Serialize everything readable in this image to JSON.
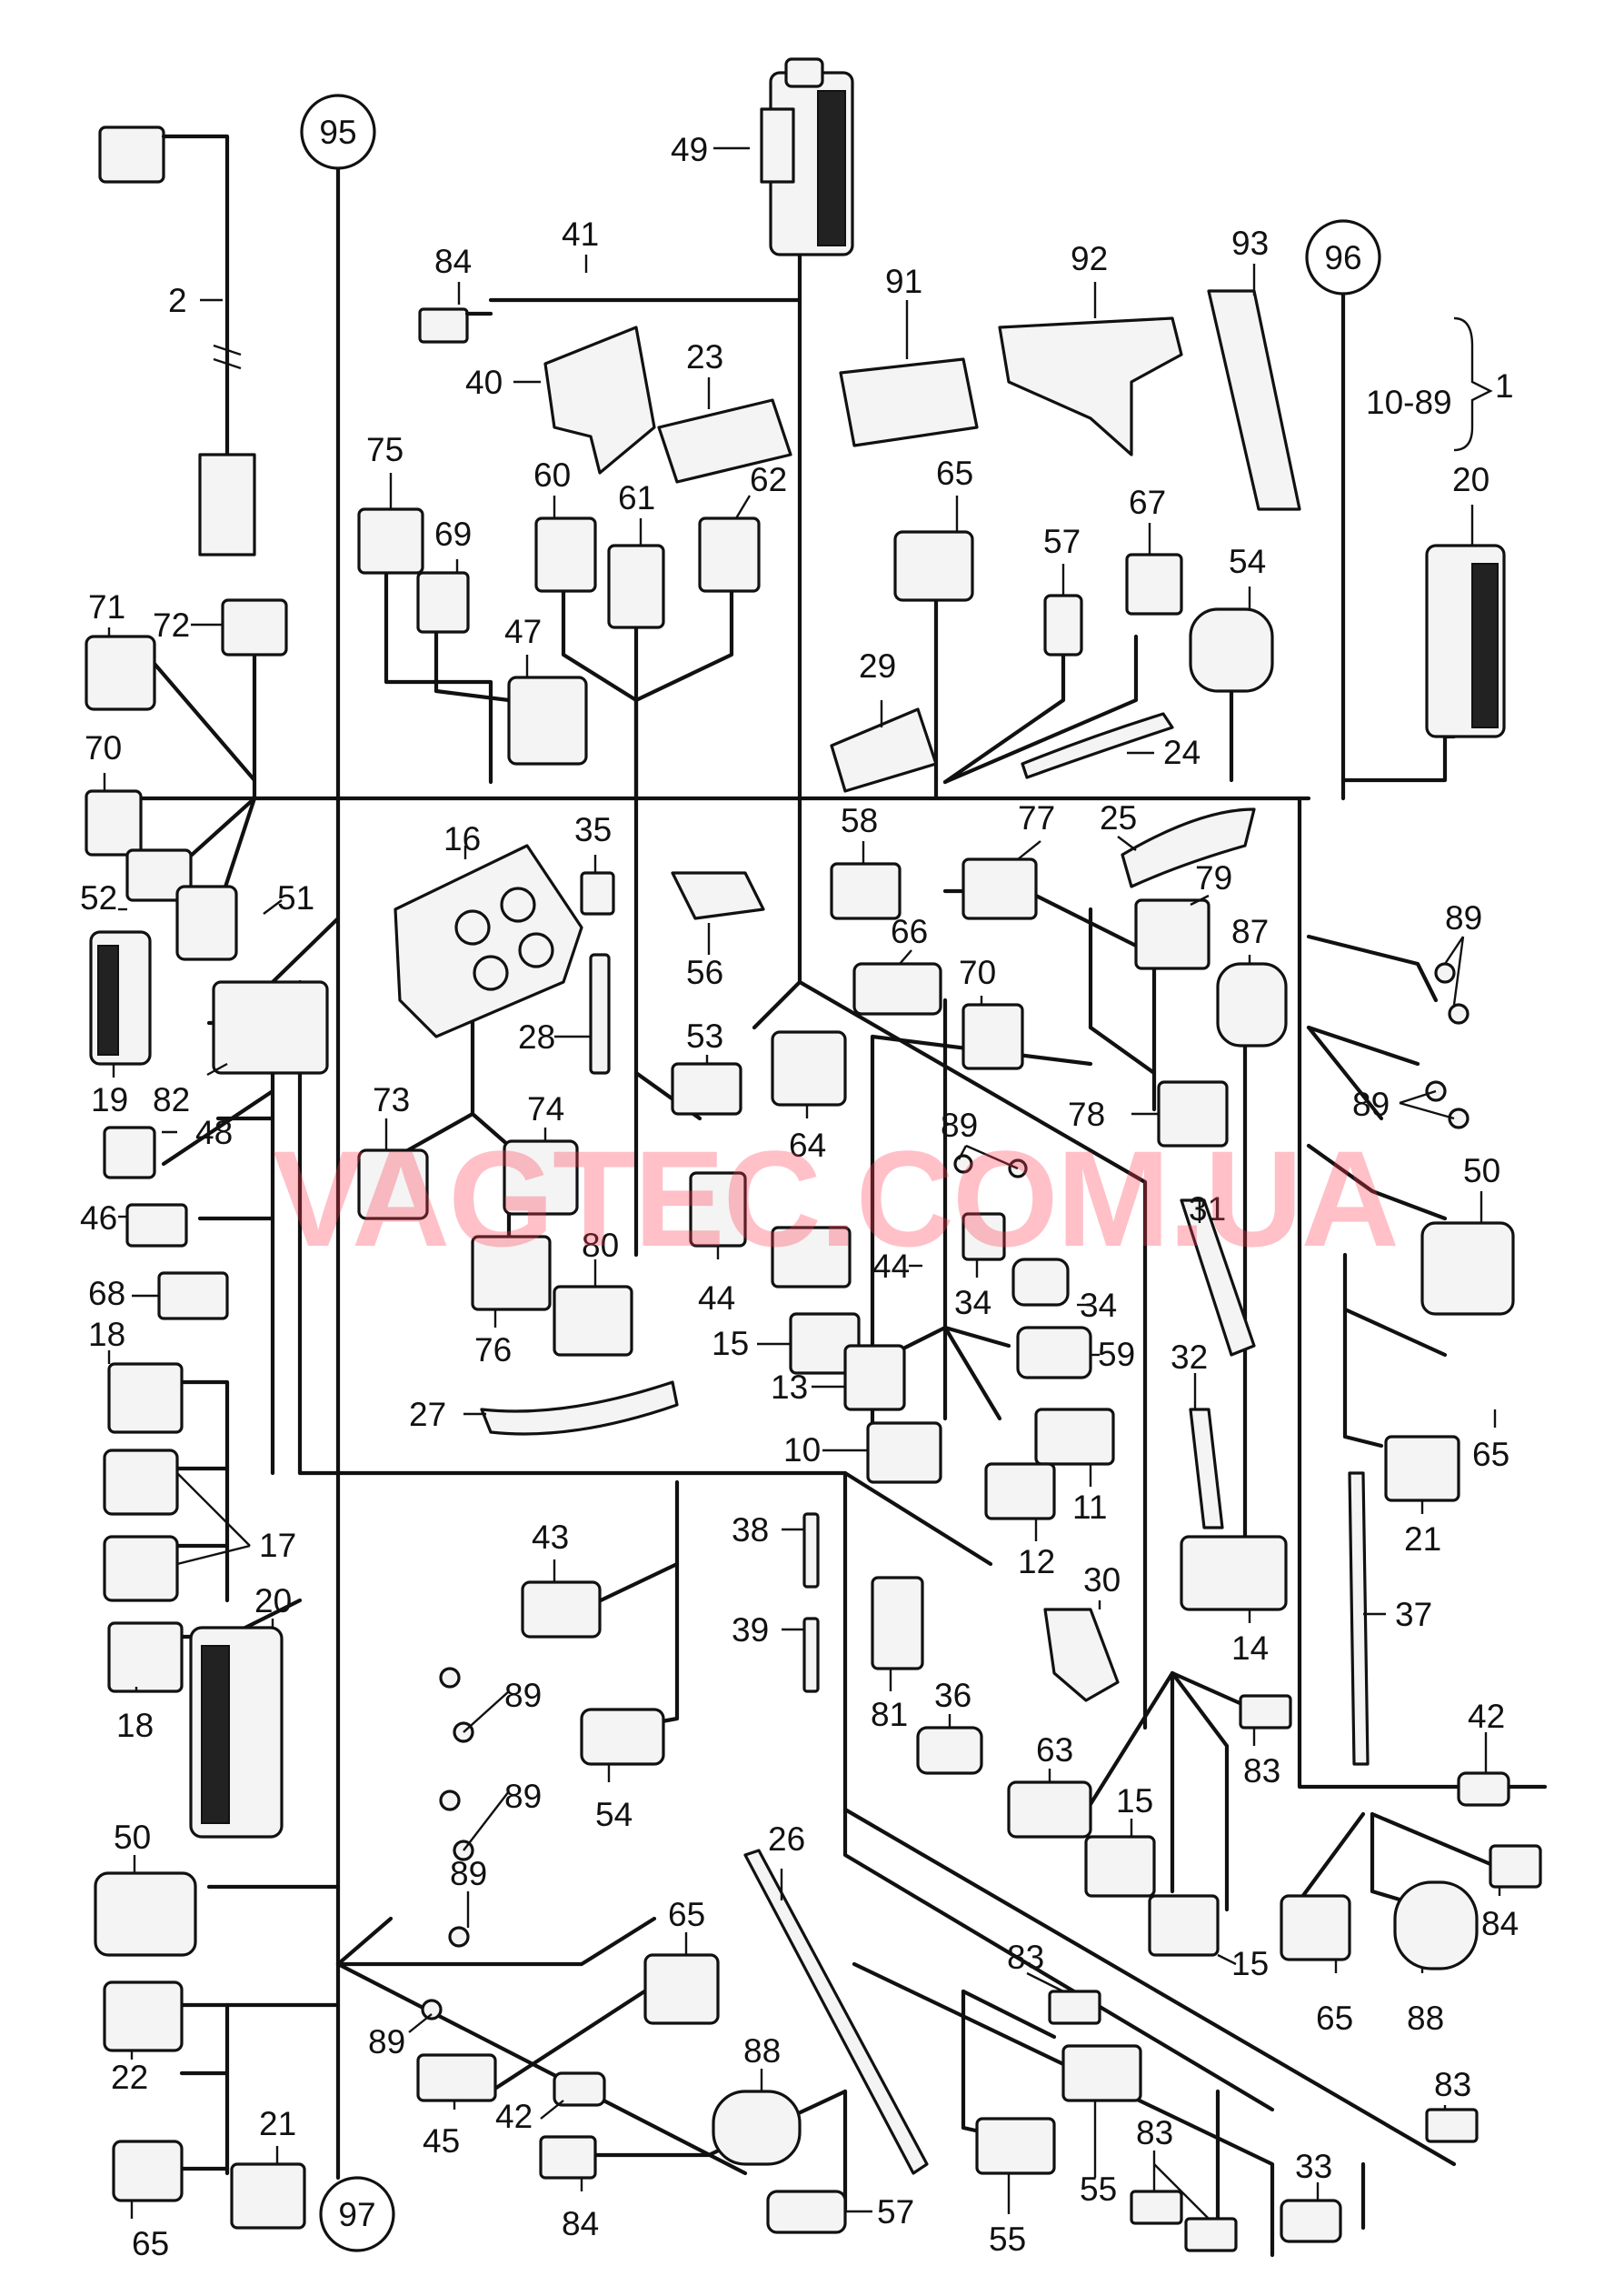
{
  "watermark": "VAGTEC.COM.UA",
  "colors": {
    "ink": "#111111",
    "watermark": "#ff3c50"
  },
  "references": [
    {
      "id": "ref-95",
      "text": "95"
    },
    {
      "id": "ref-96",
      "text": "96"
    },
    {
      "id": "ref-97",
      "text": "97"
    }
  ],
  "callouts": [
    {
      "id": "c49",
      "text": "49"
    },
    {
      "id": "c41",
      "text": "41"
    },
    {
      "id": "c84a",
      "text": "84"
    },
    {
      "id": "c2",
      "text": "2"
    },
    {
      "id": "c91",
      "text": "91"
    },
    {
      "id": "c92",
      "text": "92"
    },
    {
      "id": "c93",
      "text": "93"
    },
    {
      "id": "c1",
      "text": "1"
    },
    {
      "id": "c1089",
      "text": "10-89"
    },
    {
      "id": "c40",
      "text": "40"
    },
    {
      "id": "c23",
      "text": "23"
    },
    {
      "id": "c75",
      "text": "75"
    },
    {
      "id": "c69",
      "text": "69"
    },
    {
      "id": "c60",
      "text": "60"
    },
    {
      "id": "c61",
      "text": "61"
    },
    {
      "id": "c62",
      "text": "62"
    },
    {
      "id": "c65a",
      "text": "65"
    },
    {
      "id": "c57a",
      "text": "57"
    },
    {
      "id": "c67",
      "text": "67"
    },
    {
      "id": "c54a",
      "text": "54"
    },
    {
      "id": "c20a",
      "text": "20"
    },
    {
      "id": "c71",
      "text": "71"
    },
    {
      "id": "c72",
      "text": "72"
    },
    {
      "id": "c47",
      "text": "47"
    },
    {
      "id": "c29",
      "text": "29"
    },
    {
      "id": "c24",
      "text": "24"
    },
    {
      "id": "c70a",
      "text": "70"
    },
    {
      "id": "c16",
      "text": "16"
    },
    {
      "id": "c35",
      "text": "35"
    },
    {
      "id": "c58",
      "text": "58"
    },
    {
      "id": "c77",
      "text": "77"
    },
    {
      "id": "c25",
      "text": "25"
    },
    {
      "id": "c52",
      "text": "52"
    },
    {
      "id": "c51",
      "text": "51"
    },
    {
      "id": "c79",
      "text": "79"
    },
    {
      "id": "c89a",
      "text": "89"
    },
    {
      "id": "c66",
      "text": "66"
    },
    {
      "id": "c56",
      "text": "56"
    },
    {
      "id": "c87",
      "text": "87"
    },
    {
      "id": "c19",
      "text": "19"
    },
    {
      "id": "c28",
      "text": "28"
    },
    {
      "id": "c82",
      "text": "82"
    },
    {
      "id": "c70b",
      "text": "70"
    },
    {
      "id": "c53",
      "text": "53"
    },
    {
      "id": "c89b",
      "text": "89"
    },
    {
      "id": "c48",
      "text": "48"
    },
    {
      "id": "c73",
      "text": "73"
    },
    {
      "id": "c74",
      "text": "74"
    },
    {
      "id": "c78",
      "text": "78"
    },
    {
      "id": "c89c",
      "text": "89"
    },
    {
      "id": "c64",
      "text": "64"
    },
    {
      "id": "c50a",
      "text": "50"
    },
    {
      "id": "c46",
      "text": "46"
    },
    {
      "id": "c31",
      "text": "31"
    },
    {
      "id": "c44a",
      "text": "44"
    },
    {
      "id": "c68",
      "text": "68"
    },
    {
      "id": "c80",
      "text": "80"
    },
    {
      "id": "c44b",
      "text": "44"
    },
    {
      "id": "c34a",
      "text": "34"
    },
    {
      "id": "c34b",
      "text": "34"
    },
    {
      "id": "c18a",
      "text": "18"
    },
    {
      "id": "c76",
      "text": "76"
    },
    {
      "id": "c15a",
      "text": "15"
    },
    {
      "id": "c59",
      "text": "59"
    },
    {
      "id": "c32",
      "text": "32"
    },
    {
      "id": "c65b",
      "text": "65"
    },
    {
      "id": "c13",
      "text": "13"
    },
    {
      "id": "c27",
      "text": "27"
    },
    {
      "id": "c10",
      "text": "10"
    },
    {
      "id": "c11",
      "text": "11"
    },
    {
      "id": "c21a",
      "text": "21"
    },
    {
      "id": "c17",
      "text": "17"
    },
    {
      "id": "c12",
      "text": "12"
    },
    {
      "id": "c38",
      "text": "38"
    },
    {
      "id": "c43",
      "text": "43"
    },
    {
      "id": "c37",
      "text": "37"
    },
    {
      "id": "c14",
      "text": "14"
    },
    {
      "id": "c30",
      "text": "30"
    },
    {
      "id": "c18b",
      "text": "18"
    },
    {
      "id": "c39",
      "text": "39"
    },
    {
      "id": "c20b",
      "text": "20"
    },
    {
      "id": "c89d",
      "text": "89"
    },
    {
      "id": "c81",
      "text": "81"
    },
    {
      "id": "c36",
      "text": "36"
    },
    {
      "id": "c42a",
      "text": "42"
    },
    {
      "id": "c83a",
      "text": "83"
    },
    {
      "id": "c89e",
      "text": "89"
    },
    {
      "id": "c54b",
      "text": "54"
    },
    {
      "id": "c63",
      "text": "63"
    },
    {
      "id": "c15b",
      "text": "15"
    },
    {
      "id": "c26",
      "text": "26"
    },
    {
      "id": "c50b",
      "text": "50"
    },
    {
      "id": "c84b",
      "text": "84"
    },
    {
      "id": "c89f",
      "text": "89"
    },
    {
      "id": "c15c",
      "text": "15"
    },
    {
      "id": "c65c",
      "text": "65"
    },
    {
      "id": "c88a",
      "text": "88"
    },
    {
      "id": "c65d",
      "text": "65"
    },
    {
      "id": "c83b",
      "text": "83"
    },
    {
      "id": "c22",
      "text": "22"
    },
    {
      "id": "c89g",
      "text": "89"
    },
    {
      "id": "c88b",
      "text": "88"
    },
    {
      "id": "c45",
      "text": "45"
    },
    {
      "id": "c42b",
      "text": "42"
    },
    {
      "id": "c83c",
      "text": "83"
    },
    {
      "id": "c33",
      "text": "33"
    },
    {
      "id": "c21b",
      "text": "21"
    },
    {
      "id": "c55a",
      "text": "55"
    },
    {
      "id": "c83d",
      "text": "83"
    },
    {
      "id": "c65e",
      "text": "65"
    },
    {
      "id": "c84c",
      "text": "84"
    },
    {
      "id": "c57b",
      "text": "57"
    },
    {
      "id": "c55b",
      "text": "55"
    }
  ]
}
